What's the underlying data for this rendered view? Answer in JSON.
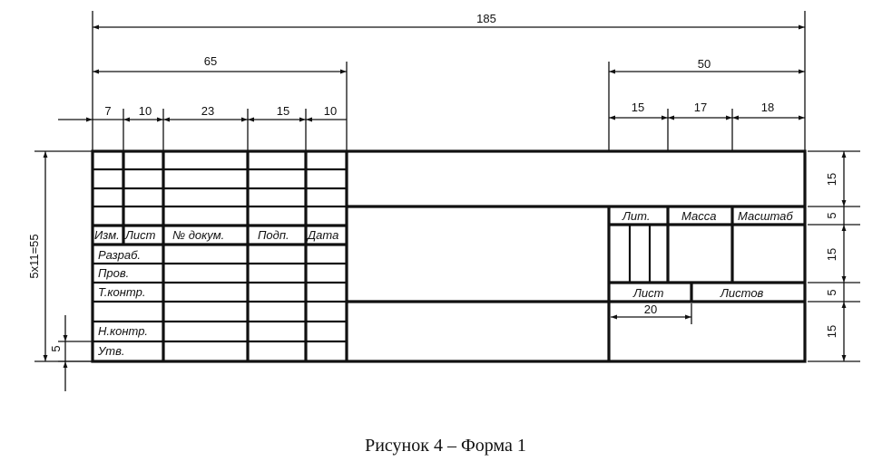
{
  "dimensions": {
    "total_width": "185",
    "left_block": "65",
    "right_block": "50",
    "col_7": "7",
    "col_10a": "10",
    "col_23": "23",
    "col_15": "15",
    "col_10b": "10",
    "r_15a": "15",
    "r_17": "17",
    "r_18": "18",
    "left_height": "5x11=55",
    "left_5": "5",
    "right_15_top": "15",
    "right_5_a": "5",
    "right_15_mid": "15",
    "right_5_b": "5",
    "right_15_bot": "15",
    "sheet_20": "20"
  },
  "header": {
    "izm": "Изм.",
    "list": "Лист",
    "dokum": "№ докум.",
    "podp": "Подп.",
    "data": "Дата"
  },
  "rows": {
    "razrab": "Разраб.",
    "prov": "Пров.",
    "tkontr": "Т.контр.",
    "nkontr": "Н.контр.",
    "utv": "Утв."
  },
  "right_labels": {
    "lit": "Лит.",
    "massa": "Масса",
    "masshtab": "Масштаб",
    "list": "Лист",
    "listov": "Листов"
  },
  "caption": "Рисунок 4 – Форма 1"
}
